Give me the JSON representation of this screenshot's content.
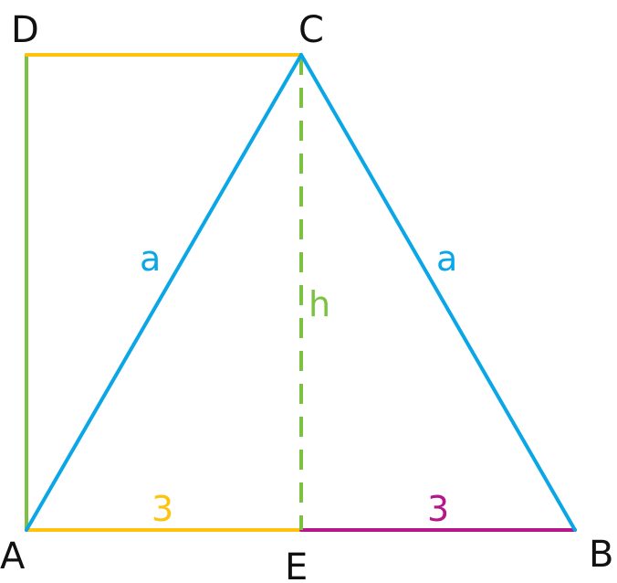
{
  "points": {
    "A": "A",
    "B": "B",
    "C": "C",
    "D": "D",
    "E": "E"
  },
  "labels": {
    "side_ac": "a",
    "side_bc": "a",
    "height": "h",
    "ae": "3",
    "eb": "3"
  },
  "colors": {
    "blue": "#0aa6e6",
    "green": "#7cc242",
    "yellow": "#ffc20e",
    "magenta": "#b5168a",
    "black": "#111111"
  }
}
